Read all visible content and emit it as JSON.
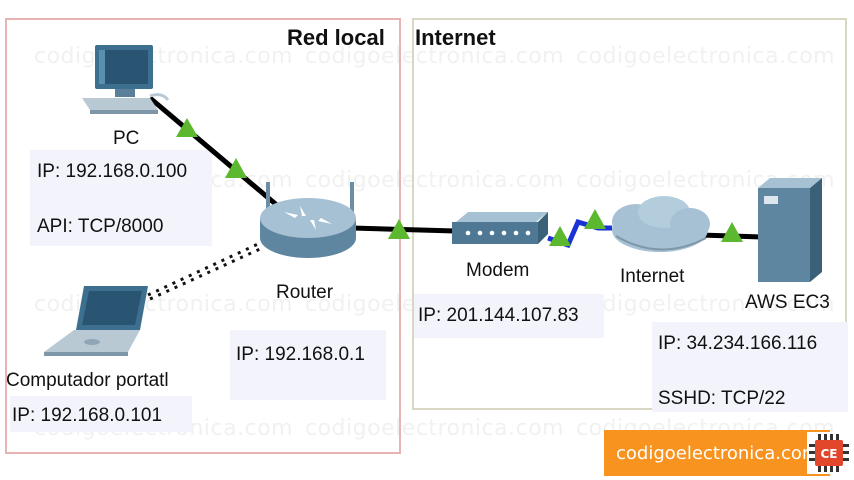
{
  "watermark": "codigoelectronica.com",
  "zones": {
    "lan_title": "Red local",
    "internet_title": "Internet"
  },
  "devices": {
    "pc": {
      "name": "PC",
      "ip": "IP: 192.168.0.100",
      "api": "API: TCP/8000"
    },
    "laptop": {
      "name": "Computador portatl",
      "ip": "IP: 192.168.0.101"
    },
    "router": {
      "name": "Router",
      "ip": "IP: 192.168.0.1"
    },
    "modem": {
      "name": "Modem",
      "ip": "IP: 201.144.107.83"
    },
    "cloud": {
      "name": "Internet"
    },
    "server": {
      "name": "AWS EC3",
      "ip": "IP: 34.234.166.116",
      "ssh": "SSHD: TCP/22"
    }
  },
  "brand": {
    "text": "codigoelectronica.com",
    "logo_text": "CE"
  },
  "colors": {
    "link": "#000000",
    "serial_link": "#1a33d6",
    "status_up": "#5cb82e",
    "brand": "#f7931e",
    "lan_border": "#e8b3b3",
    "internet_border": "#d9d6c4"
  }
}
